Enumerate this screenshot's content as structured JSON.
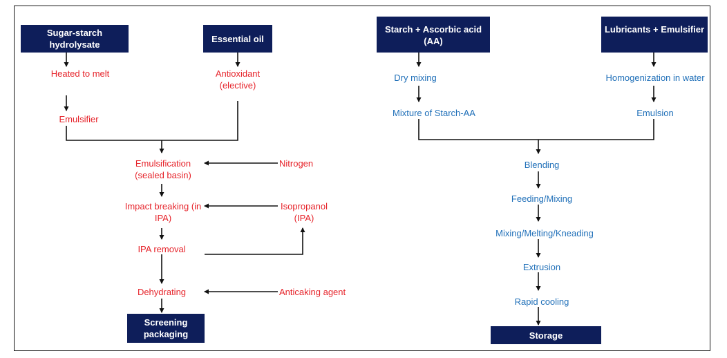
{
  "left_flow": {
    "boxes": {
      "sugar_starch": "Sugar-starch hydrolysate",
      "essential_oil": "Essential oil",
      "screening": "Screening packaging"
    },
    "steps": {
      "heated_to_melt": "Heated to melt",
      "emulsifier": "Emulsifier",
      "antioxidant": "Antioxidant (elective)",
      "emulsification": "Emulsification (sealed basin)",
      "impact_breaking": "Impact breaking (in IPA)",
      "ipa_removal": "IPA removal",
      "dehydrating": "Dehydrating"
    },
    "inputs": {
      "nitrogen": "Nitrogen",
      "isopropanol": "Isopropanol (IPA)",
      "anticaking": "Anticaking agent"
    }
  },
  "right_flow": {
    "boxes": {
      "starch_aa": "Starch + Ascorbic acid (AA)",
      "lubricants": "Lubricants + Emulsifier",
      "storage": "Storage"
    },
    "steps": {
      "dry_mixing": "Dry mixing",
      "mixture": "Mixture of Starch-AA",
      "homogenization": "Homogenization in water",
      "emulsion": "Emulsion",
      "blending": "Blending",
      "feeding": "Feeding/Mixing",
      "kneading": "Mixing/Melting/Kneading",
      "extrusion": "Extrusion",
      "rapid_cooling": "Rapid cooling"
    }
  }
}
